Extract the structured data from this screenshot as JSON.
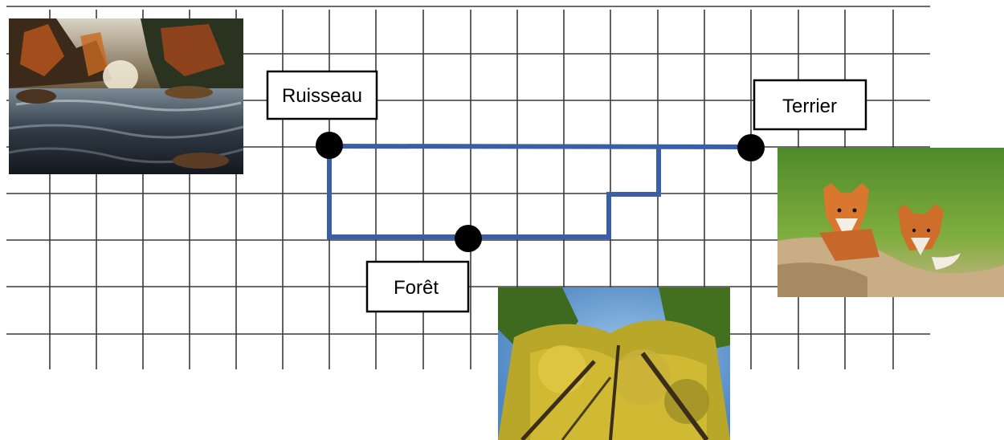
{
  "labels": {
    "ruisseau": "Ruisseau",
    "terrier": "Terrier",
    "foret": "Forêt"
  },
  "photos": {
    "stream": "stream-photo",
    "foxes": "fox-cubs-photo",
    "forest": "forest-canopy-photo"
  },
  "colors": {
    "grid": "#3a3a3a",
    "path": "#3a5ea8",
    "node": "#000000",
    "label_border": "#000000"
  }
}
